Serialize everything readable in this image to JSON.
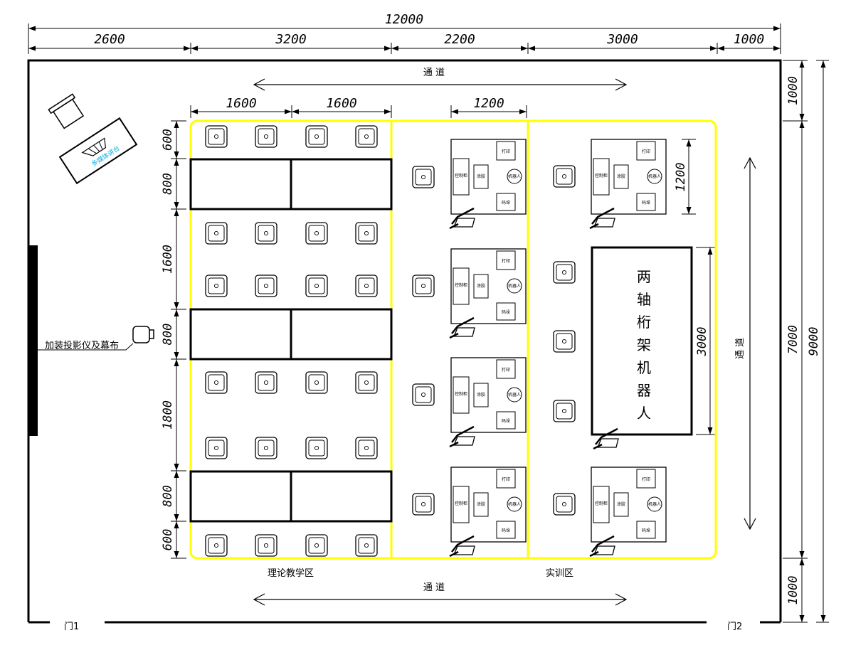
{
  "dimensions": {
    "top_total": "12000",
    "top_segments": [
      "2600",
      "3200",
      "2200",
      "3000",
      "1000"
    ],
    "desk_widths": [
      "1600",
      "1600"
    ],
    "training_width": "1200",
    "left_rows": [
      "600",
      "800",
      "1600",
      "800",
      "1800",
      "800",
      "600"
    ],
    "right_outer": [
      "1000",
      "7000",
      "1000"
    ],
    "right_total": "9000",
    "station_height": "1200",
    "robot_height": "3000"
  },
  "labels": {
    "aisle_top": "通 道",
    "aisle_bottom": "通 道",
    "aisle_right": "通 道",
    "theory_zone": "理论教学区",
    "training_zone": "实训区",
    "door1": "门1",
    "door2": "门2",
    "projector": "加装投影仪及幕布",
    "podium": "多媒体讲台",
    "robot_chars": [
      "两",
      "轴",
      "桁",
      "架",
      "机",
      "器",
      "人"
    ]
  },
  "station_labels": {
    "printer": "打印",
    "control_cabinet": "控制柜",
    "coating": "涂胶",
    "robot": "机器人",
    "feeding": "码垛"
  }
}
